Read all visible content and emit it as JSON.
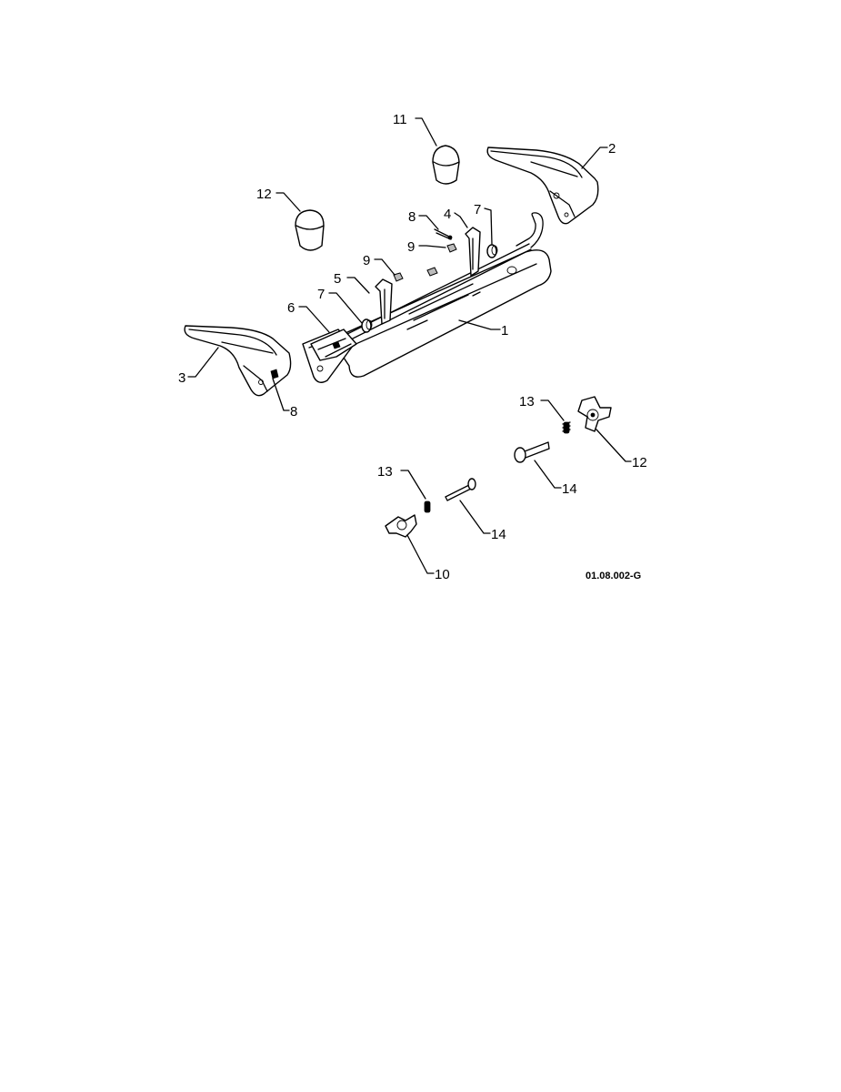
{
  "figure_code": "01.08.002-G",
  "callouts": [
    {
      "id": "c1",
      "label": "1"
    },
    {
      "id": "c2",
      "label": "2"
    },
    {
      "id": "c3",
      "label": "3"
    },
    {
      "id": "c4",
      "label": "4"
    },
    {
      "id": "c5",
      "label": "5"
    },
    {
      "id": "c6",
      "label": "6"
    },
    {
      "id": "c7a",
      "label": "7"
    },
    {
      "id": "c7b",
      "label": "7"
    },
    {
      "id": "c8a",
      "label": "8"
    },
    {
      "id": "c8b",
      "label": "8"
    },
    {
      "id": "c9a",
      "label": "9"
    },
    {
      "id": "c9b",
      "label": "9"
    },
    {
      "id": "c10",
      "label": "10"
    },
    {
      "id": "c11",
      "label": "11"
    },
    {
      "id": "c12a",
      "label": "12"
    },
    {
      "id": "c12b",
      "label": "12"
    },
    {
      "id": "c13a",
      "label": "13"
    },
    {
      "id": "c13b",
      "label": "13"
    },
    {
      "id": "c14a",
      "label": "14"
    },
    {
      "id": "c14b",
      "label": "14"
    }
  ]
}
